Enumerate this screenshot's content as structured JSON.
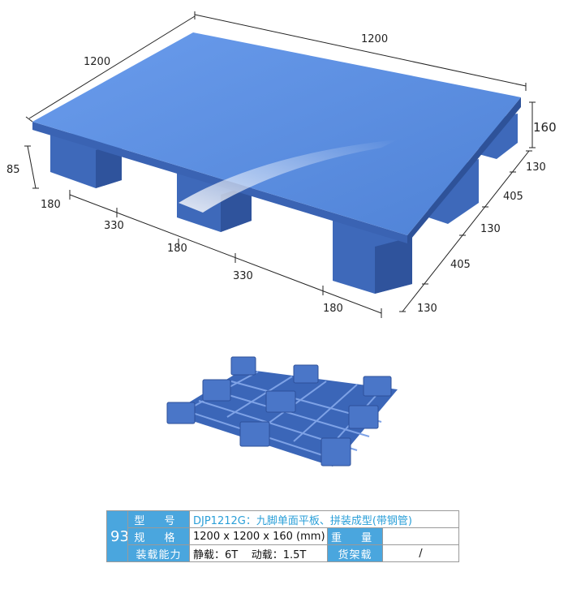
{
  "dimensions": {
    "length_top": "1200",
    "width_left": "1200",
    "height_total": "160",
    "foot_height": "85",
    "front_segments": [
      "180",
      "330",
      "180",
      "330",
      "180"
    ],
    "side_segments": [
      "130",
      "405",
      "130",
      "405",
      "130"
    ]
  },
  "spec_table": {
    "number": "93",
    "model_label": "型 号",
    "model_value": "DJP1212G：九脚单面平板、拼装成型(带钢管)",
    "size_label": "规 格",
    "size_value_prefix": "1200 x 1200 x ",
    "size_value_height": "160",
    "size_value_unit": " (mm)",
    "weight_label": "重 量",
    "weight_value": "",
    "load_label": "装载能力",
    "load_value": "静载：6T    动载：1.5T",
    "rack_label": "货架载",
    "rack_value": "/"
  },
  "colors": {
    "pallet_top": "#5b8fe0",
    "pallet_side": "#3f6bbd",
    "pallet_dark": "#2c4f99",
    "table_header": "#4aa6de",
    "model_text": "#2a9fd8"
  }
}
